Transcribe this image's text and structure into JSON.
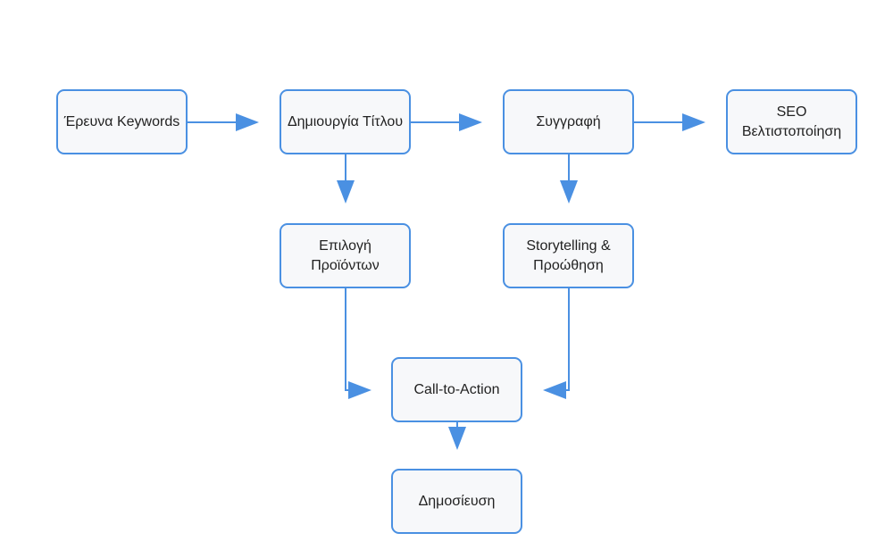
{
  "colors": {
    "edge": "#4a90e2",
    "node_border": "#4a90e2",
    "node_fill": "#f7f8fa",
    "text": "#222222"
  },
  "nodes": {
    "keywords": "Έρευνα Keywords",
    "title": "Δημιουργία Τίτλου",
    "writing": "Συγγραφή",
    "seo": "SEO\nΒελτιστοποίηση",
    "products": "Επιλογή\nΠροϊόντων",
    "story": "Storytelling &\nΠροώθηση",
    "cta": "Call-to-Action",
    "publish": "Δημοσίευση"
  },
  "edges": [
    {
      "from": "keywords",
      "to": "title"
    },
    {
      "from": "title",
      "to": "writing"
    },
    {
      "from": "writing",
      "to": "seo"
    },
    {
      "from": "title",
      "to": "products"
    },
    {
      "from": "writing",
      "to": "story"
    },
    {
      "from": "products",
      "to": "cta"
    },
    {
      "from": "story",
      "to": "cta"
    },
    {
      "from": "cta",
      "to": "publish"
    }
  ]
}
